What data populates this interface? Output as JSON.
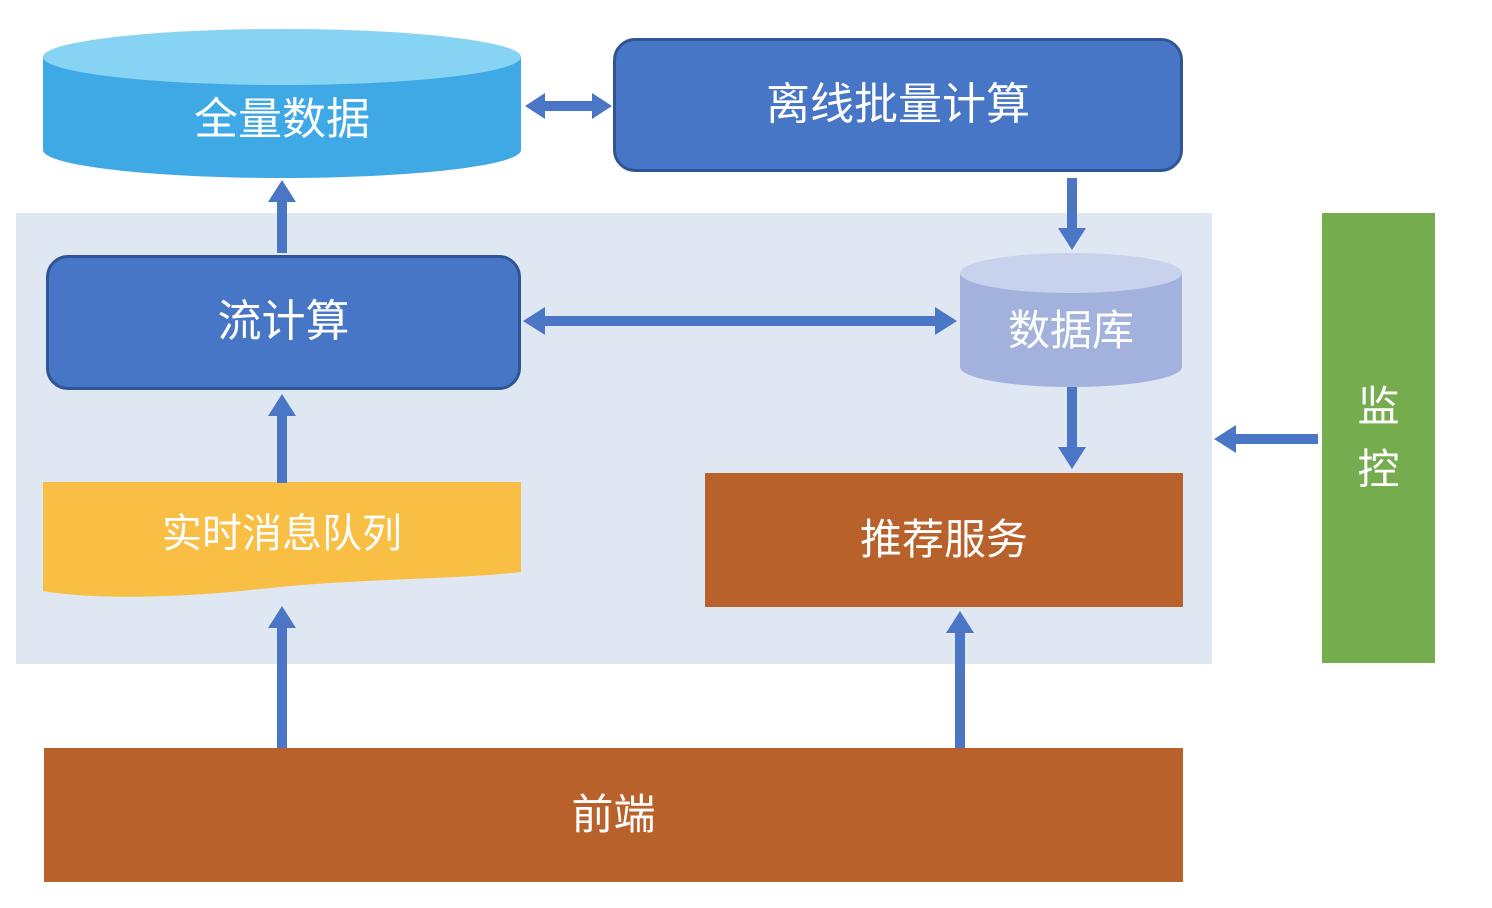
{
  "nodes": {
    "full_data": {
      "label": "全量数据",
      "shape": "cylinder"
    },
    "offline_batch": {
      "label": "离线批量计算",
      "shape": "rounded-rect"
    },
    "stream_compute": {
      "label": "流计算",
      "shape": "rounded-rect"
    },
    "database": {
      "label": "数据库",
      "shape": "cylinder"
    },
    "realtime_queue": {
      "label": "实时消息队列",
      "shape": "document-wave"
    },
    "recommend_service": {
      "label": "推荐服务",
      "shape": "rect"
    },
    "frontend": {
      "label": "前端",
      "shape": "rect"
    },
    "monitoring": {
      "label": "监控",
      "shape": "rect-vertical-text"
    }
  },
  "edges": [
    {
      "from": "stream_compute",
      "to": "full_data",
      "direction": "up"
    },
    {
      "from": "full_data",
      "to": "offline_batch",
      "direction": "both"
    },
    {
      "from": "offline_batch",
      "to": "database",
      "direction": "down"
    },
    {
      "from": "stream_compute",
      "to": "database",
      "direction": "both"
    },
    {
      "from": "database",
      "to": "recommend_service",
      "direction": "down"
    },
    {
      "from": "realtime_queue",
      "to": "stream_compute",
      "direction": "up"
    },
    {
      "from": "frontend",
      "to": "realtime_queue",
      "direction": "up"
    },
    {
      "from": "frontend",
      "to": "recommend_service",
      "direction": "up"
    },
    {
      "from": "monitoring",
      "to": "panel",
      "direction": "left"
    }
  ],
  "colors": {
    "panel": "#DEE7F2",
    "box_blue": "#4876C6",
    "box_blue_border": "#2F5597",
    "cylinder_blue_body": "#3EA9E5",
    "cylinder_blue_top": "#86D3F3",
    "cylinder_periwinkle_body": "#A2B2DD",
    "cylinder_periwinkle_top": "#C8D2EC",
    "document_yellow": "#F9BE44",
    "box_orange": "#B9612A",
    "box_green": "#74AC4E",
    "arrow": "#4A76C5",
    "text": "#FFFFFF"
  }
}
